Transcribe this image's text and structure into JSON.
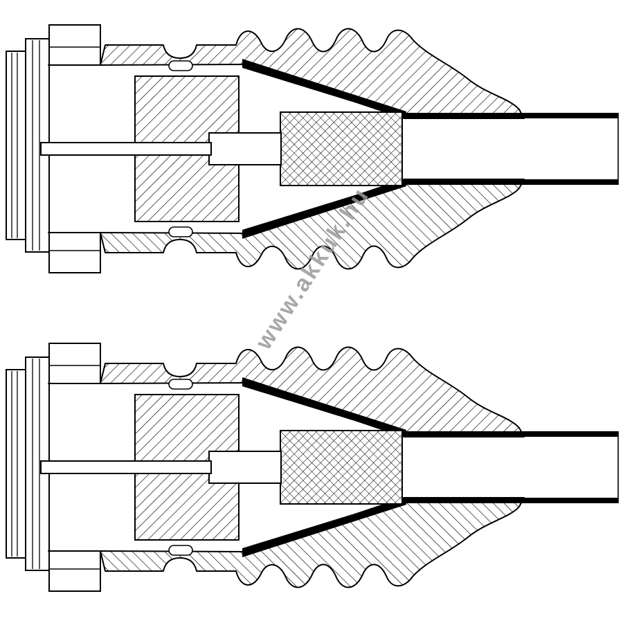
{
  "canvas": {
    "background": "#ffffff",
    "line_color": "#000000"
  },
  "watermark": {
    "text": "www.akkuk.hu",
    "color": "#9a9a9a"
  },
  "figure": {
    "views": [
      {
        "name": "connector-cross-section-top"
      },
      {
        "name": "connector-cross-section-bottom"
      }
    ]
  }
}
